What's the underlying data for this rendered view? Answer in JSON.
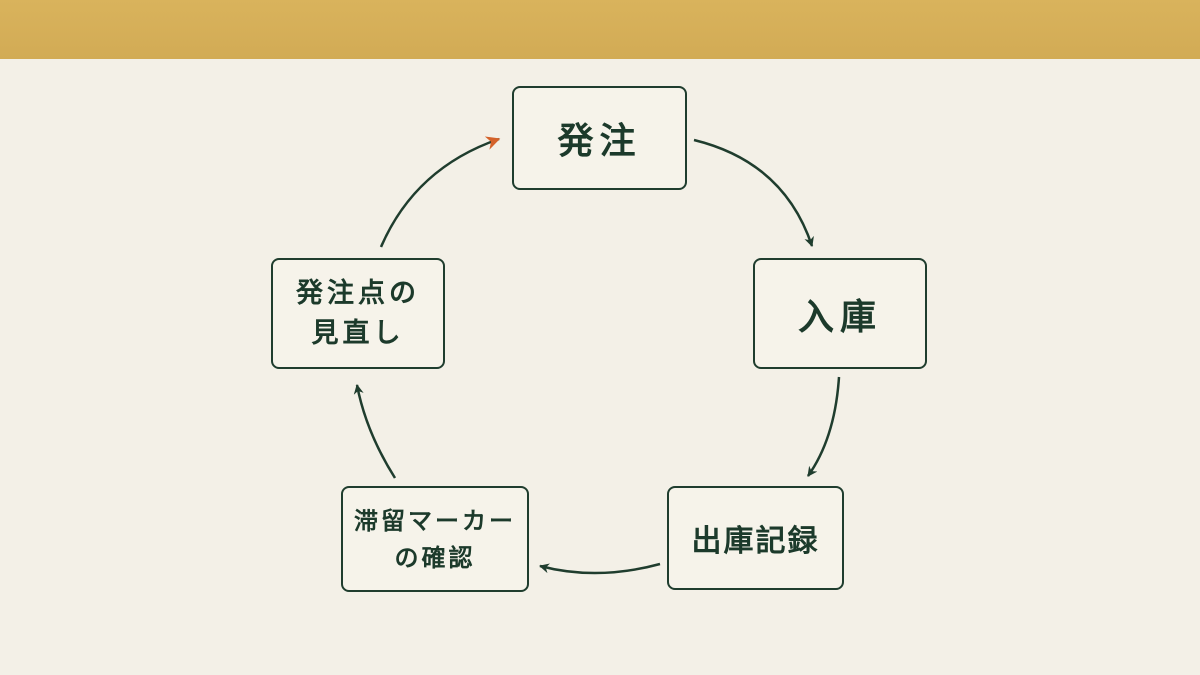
{
  "diagram": {
    "nodes": {
      "order": "発注",
      "receiving": "入庫",
      "shipping_record": "出庫記録",
      "stale_marker": "滞留マーカー\nの確認",
      "reorder_point_review": "発注点の\n見直し"
    }
  },
  "colors": {
    "band": "#d5ae58",
    "background": "#f3f0e7",
    "ink": "#1f3d2e",
    "accent_arrow": "#d4622a"
  }
}
